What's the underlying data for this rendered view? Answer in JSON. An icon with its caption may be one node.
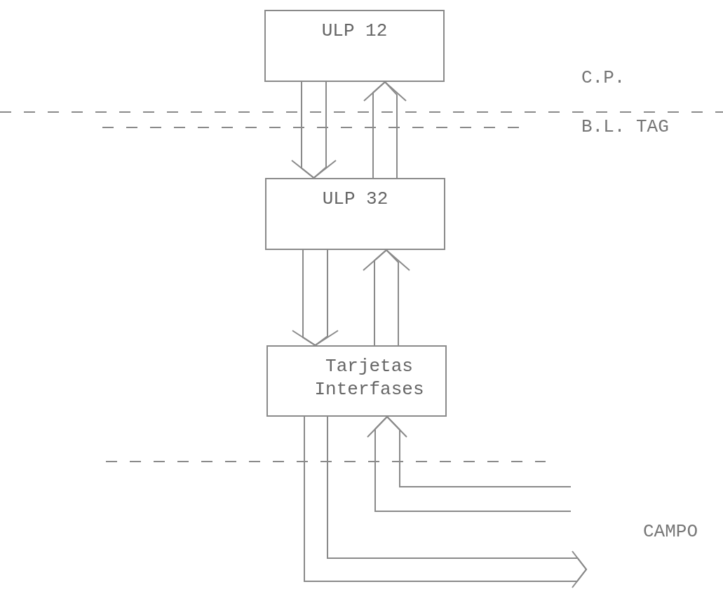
{
  "diagram": {
    "nodes": [
      {
        "text": [
          "ULP 12"
        ]
      },
      {
        "text": [
          "ULP 32"
        ]
      },
      {
        "text": [
          "Tarjetas Interfases"
        ]
      }
    ],
    "edges": [
      {
        "from": 0,
        "to": 1,
        "arrow": "to"
      },
      {
        "from": 1,
        "to": 0,
        "arrow": "to"
      },
      {
        "from": 1,
        "to": 2,
        "arrow": "to"
      },
      {
        "from": 2,
        "to": 1,
        "arrow": "to"
      },
      {
        "from": 2,
        "to": null,
        "arrow": "to"
      },
      {
        "from": null,
        "to": 2,
        "arrow": "to"
      }
    ],
    "labels": [
      "C.P.",
      "B.L. TAG",
      "CAMPO"
    ]
  }
}
